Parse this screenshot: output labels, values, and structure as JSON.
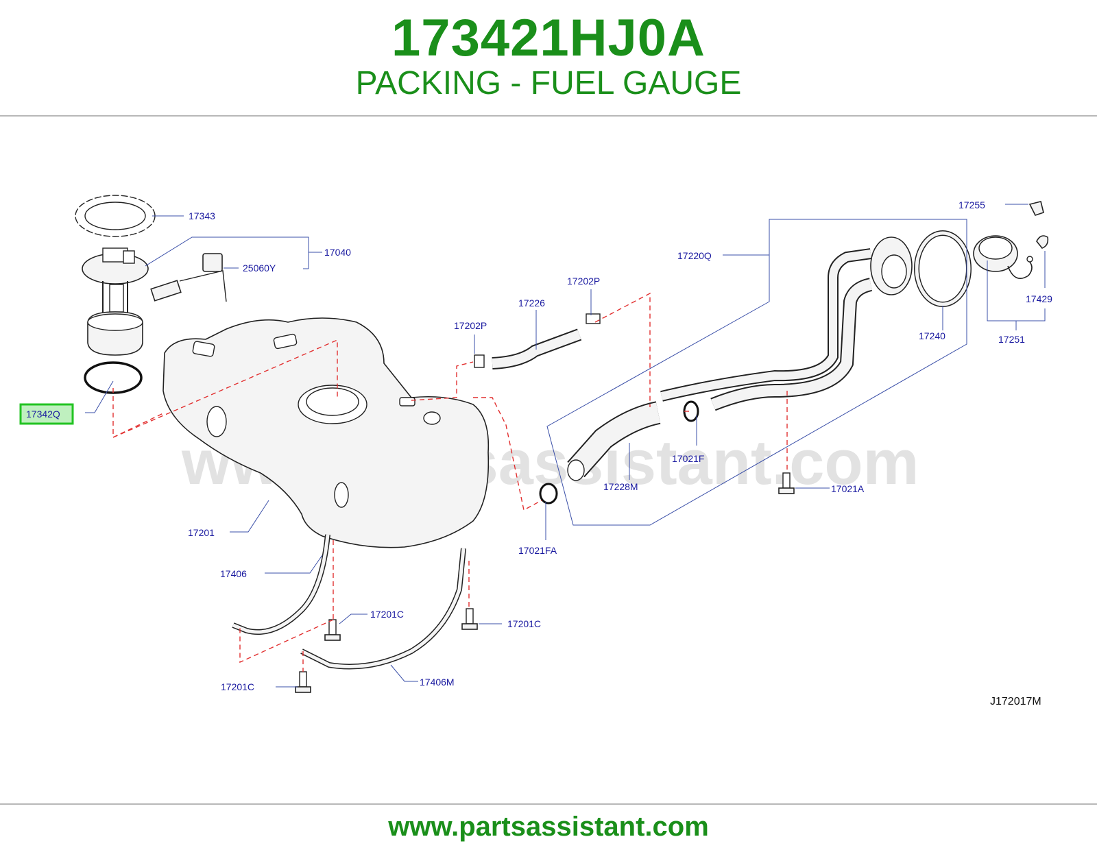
{
  "header": {
    "part_number": "173421HJ0A",
    "part_name": "PACKING - FUEL GAUGE"
  },
  "watermark": "www.partsassistant.com",
  "footer": {
    "site": "www.partsassistant.com"
  },
  "diagram": {
    "code": "J172017M",
    "highlight_color": "#22c322",
    "callouts": {
      "c17343": "17343",
      "c17040": "17040",
      "c25060Y": "25060Y",
      "c17342Q": "17342Q",
      "c17201": "17201",
      "c17406": "17406",
      "c17201C_a": "17201C",
      "c17201C_b": "17201C",
      "c17201C_c": "17201C",
      "c17406M": "17406M",
      "c17202P_a": "17202P",
      "c17226": "17226",
      "c17202P_b": "17202P",
      "c17228M": "17228M",
      "c17021FA": "17021FA",
      "c17021F": "17021F",
      "c17220Q": "17220Q",
      "c17021A": "17021A",
      "c17240": "17240",
      "c17255": "17255",
      "c17429": "17429",
      "c17251": "17251"
    }
  }
}
